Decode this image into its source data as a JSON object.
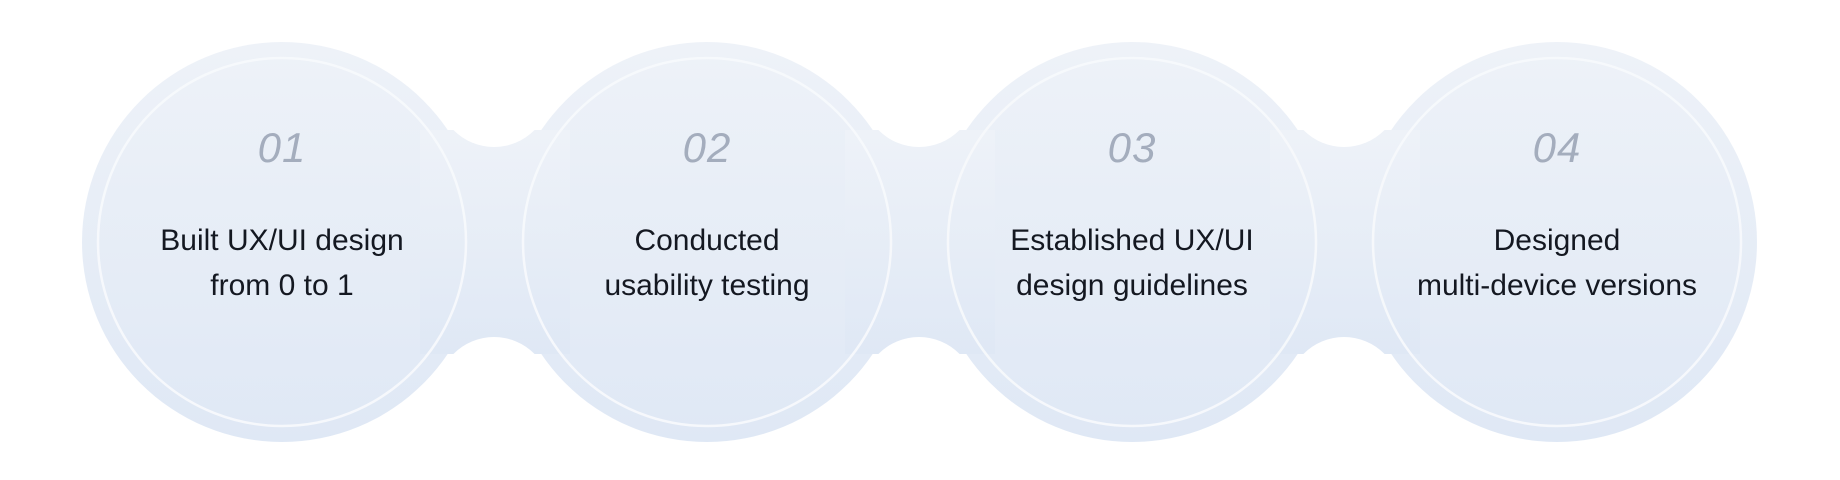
{
  "colors": {
    "fill_top": "#eef2f8",
    "fill_bottom": "#dfe8f5",
    "ring": "#f7f9fc",
    "number": "#a4adbd",
    "text": "#141821"
  },
  "steps": [
    {
      "number": "01",
      "line1": "Built UX/UI design",
      "line2": "from 0 to 1"
    },
    {
      "number": "02",
      "line1": "Conducted",
      "line2": "usability testing"
    },
    {
      "number": "03",
      "line1": "Established UX/UI",
      "line2": "design guidelines"
    },
    {
      "number": "04",
      "line1": "Designed",
      "line2": "multi-device versions"
    }
  ]
}
